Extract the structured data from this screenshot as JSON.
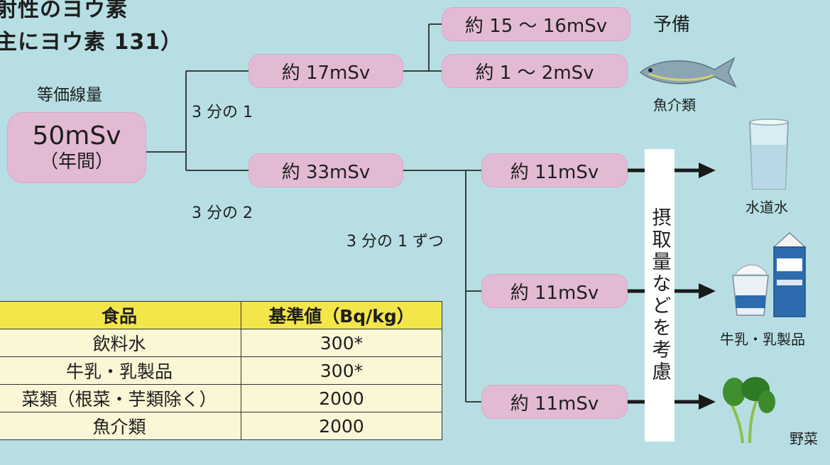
{
  "title": {
    "line1": "射性のヨウ素",
    "line2": "主にヨウ素 131）"
  },
  "root": {
    "label": "等価線量",
    "value": "50mSv",
    "sub": "（年間）"
  },
  "split1": {
    "fraction": "3 分の 1",
    "value": "約 17mSv"
  },
  "split2": {
    "fraction": "3 分の 2",
    "value": "約 33mSv"
  },
  "sub17": [
    {
      "value": "約 15 ～ 16mSv",
      "note": "予備"
    },
    {
      "value": "約 1 ～ 2mSv",
      "note": "魚介類"
    }
  ],
  "sub33": {
    "fraction": "3 分の 1 ずつ",
    "items": [
      {
        "value": "約 11mSv",
        "food": "水道水"
      },
      {
        "value": "約 11mSv",
        "food": "牛乳・乳製品"
      },
      {
        "value": "約 11mSv",
        "food": "野菜"
      }
    ]
  },
  "consider": "摂取量などを考慮",
  "table": {
    "headers": [
      "食品",
      "基準値（Bq/kg）"
    ],
    "rows": [
      [
        "飲料水",
        "300*"
      ],
      [
        "牛乳・乳製品",
        "300*"
      ],
      [
        "菜類（根菜・芋類除く）",
        "2000"
      ],
      [
        "魚介類",
        "2000"
      ]
    ]
  },
  "icons": [
    "fish-icon",
    "water-glass-icon",
    "milk-carton-icon",
    "yogurt-cup-icon",
    "leafy-vegetable-icon"
  ],
  "colors": {
    "background": "#b7dfe3",
    "pill": "#e3bad4",
    "table_header": "#f3e64a",
    "table_body": "#fbf6d6"
  }
}
